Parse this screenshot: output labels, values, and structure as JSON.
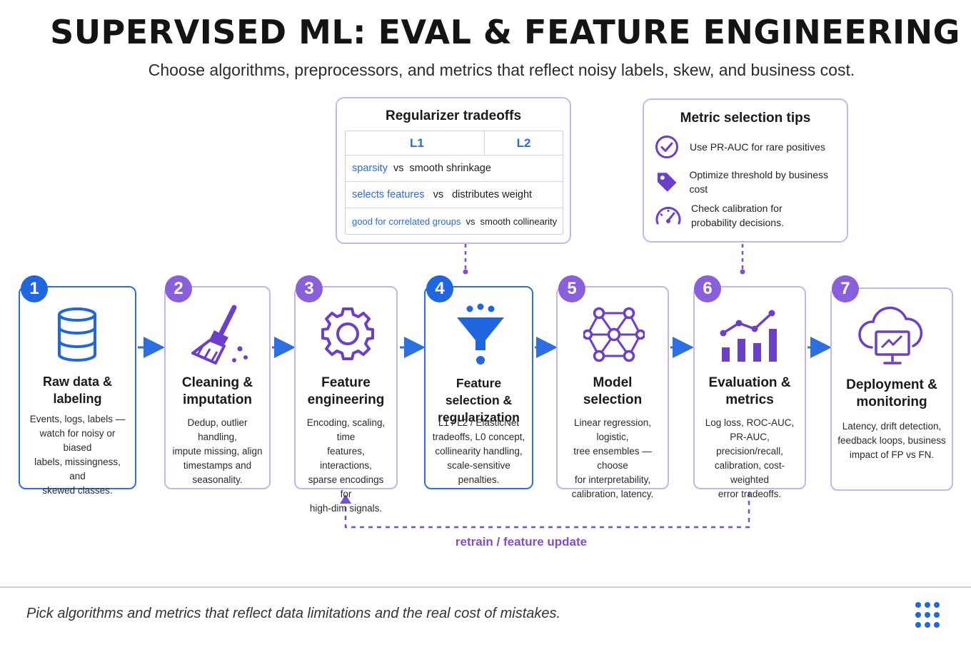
{
  "header": {
    "title": "SUPERVISED ML: EVAL & FEATURE ENGINEERING",
    "subtitle": "Choose algorithms, preprocessors, and metrics that reflect noisy labels, skew, and business cost."
  },
  "regularizer_box": {
    "title": "Regularizer tradeoffs",
    "col_l1": "L1",
    "col_l2": "L2",
    "rows": [
      {
        "l1": "sparsity",
        "vs": "vs",
        "l2": "smooth shrinkage"
      },
      {
        "l1": "selects features",
        "vs": "vs",
        "l2": "distributes weight"
      },
      {
        "l1": "good for correlated groups",
        "vs": "vs",
        "l2": "smooth collinearity"
      }
    ]
  },
  "metric_box": {
    "title": "Metric selection tips",
    "tips": [
      {
        "icon": "check-circle-icon",
        "line1": "Use PR-AUC for rare positives",
        "line2": ""
      },
      {
        "icon": "tag-icon",
        "line1": "Optimize threshold by business cost",
        "line2": ""
      },
      {
        "icon": "gauge-icon",
        "line1": "Check calibration for",
        "line2": "probability decisions."
      }
    ]
  },
  "steps": [
    {
      "num": "1",
      "icon": "database-icon",
      "label1": "Raw data & labeling",
      "label2": "",
      "desc": [
        "Events, logs, labels —",
        "watch for noisy or biased",
        "labels, missingness, and",
        "skewed classes."
      ]
    },
    {
      "num": "2",
      "icon": "broom-icon",
      "label1": "Cleaning &",
      "label2": "imputation",
      "desc": [
        "Dedup, outlier handling,",
        "impute missing, align",
        "timestamps and",
        "seasonality."
      ]
    },
    {
      "num": "3",
      "icon": "gear-icon",
      "label1": "Feature",
      "label2": "engineering",
      "desc": [
        "Encoding, scaling, time",
        "features, interactions,",
        "sparse encodings for",
        "high-dim signals."
      ]
    },
    {
      "num": "4",
      "icon": "funnel-icon",
      "label1": "Feature selection &",
      "label2": "regularization",
      "desc": [
        "L1 / L2 / ElasticNet",
        "tradeoffs, L0 concept,",
        "collinearity handling,",
        "scale-sensitive penalties."
      ]
    },
    {
      "num": "5",
      "icon": "network-icon",
      "label1": "Model",
      "label2": "selection",
      "desc": [
        "Linear regression, logistic,",
        "tree ensembles — choose",
        "for interpretability,",
        "calibration, latency."
      ]
    },
    {
      "num": "6",
      "icon": "bar-chart-icon",
      "label1": "Evaluation &",
      "label2": "metrics",
      "desc": [
        "Log loss, ROC-AUC,",
        "PR-AUC, precision/recall,",
        "calibration, cost-weighted",
        "error tradeoffs."
      ]
    },
    {
      "num": "7",
      "icon": "cloud-monitor-icon",
      "label1": "Deployment &",
      "label2": "monitoring",
      "desc": [
        "Latency, drift detection,",
        "feedback loops, business",
        "impact of FP vs FN."
      ]
    }
  ],
  "loop": {
    "label": "retrain / feature update"
  },
  "footer": {
    "text": "Pick algorithms and metrics that reflect data limitations and the real cost of mistakes."
  },
  "colors": {
    "blue": "#1f66e0",
    "purple": "#8a5fdb",
    "box_border": "#c8b5f0"
  }
}
